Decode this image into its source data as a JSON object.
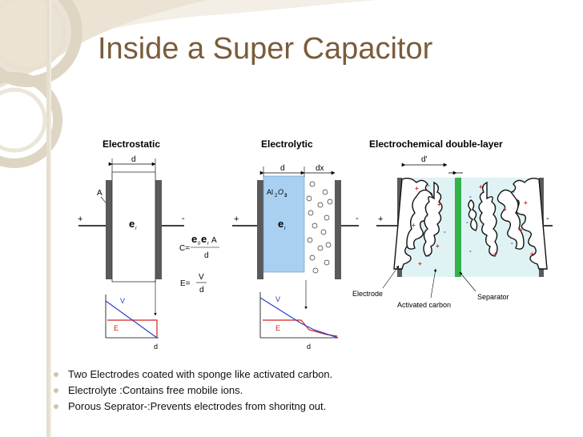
{
  "slide": {
    "title": "Inside a Super Capacitor",
    "theme_colors": {
      "title": "#7a5c3a",
      "accent": "#e0d7c2",
      "bullet": "#cfc5a8"
    }
  },
  "figure": {
    "panels": {
      "electrostatic": {
        "heading": "Electrostatic",
        "d_label": "d",
        "a_label": "A",
        "plus": "+",
        "minus": "-",
        "eps_label": "e",
        "eps_sub": "r",
        "cap_lhs": "C=",
        "cap_num_left": "e",
        "cap_num_mid": "e",
        "cap_sub0": "0",
        "cap_subr": "r",
        "cap_a": "A",
        "cap_den": "d",
        "field_lhs": "E=",
        "field_num": "V",
        "field_den": "d",
        "graph_v": "V",
        "graph_e": "E",
        "graph_d": "d"
      },
      "electrolytic": {
        "heading": "Electrolytic",
        "d_label": "d",
        "dx_label": "dx",
        "oxide_al": "Al",
        "oxide_sub2": "2",
        "oxide_o": "O",
        "oxide_sub3": "3",
        "plus": "+",
        "minus": "-",
        "eps_label": "e",
        "eps_sub": "r",
        "graph_v": "V",
        "graph_e": "E",
        "graph_d": "d"
      },
      "double_layer": {
        "heading": "Electrochemical double-layer",
        "d_prime": "d'",
        "plus": "+",
        "minus": "-",
        "electrode_label": "Electrode",
        "carbon_label": "Activated carbon",
        "separator_label": "Separator"
      }
    }
  },
  "bullets": [
    "Two Electrodes  coated with sponge like activated carbon.",
    "Electrolyte :Contains free mobile ions.",
    "Porous Seprator-:Prevents electrodes from shoritng out."
  ]
}
